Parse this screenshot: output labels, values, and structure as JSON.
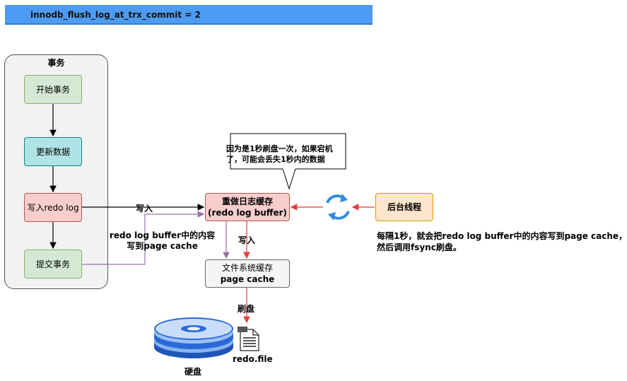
{
  "banner": {
    "text": "innodb_flush_log_at_trx_commit = 2"
  },
  "transaction_group": {
    "title": "事务",
    "steps": [
      "开始事务",
      "更新数据",
      "写入redo log",
      "提交事务"
    ]
  },
  "redo_buffer": {
    "line1": "重做日志缓存",
    "line2": "(redo log buffer)"
  },
  "callout": {
    "line1": "因为是1秒刷盘一次，如果宕机",
    "line2": "了，可能会丢失1秒内的数据"
  },
  "background_thread": {
    "label": "后台线程"
  },
  "page_cache": {
    "line1": "文件系统缓存",
    "line2": "page cache"
  },
  "labels": {
    "write_in_left": "写入",
    "write_in_down": "写入",
    "flush": "刷盘",
    "redo_to_cache_line1": "redo log buffer中的内容",
    "redo_to_cache_line2": "写到page cache",
    "thread_note_line1": "每隔1秒，就会把redo log buffer中的内容写到page cache，",
    "thread_note_line2": "然后调用fsync刷盘。",
    "disk": "硬盘",
    "redo_file": "redo.file"
  },
  "colors": {
    "banner": "#4d9bf2",
    "arrow_black": "#000000",
    "arrow_red": "#e63b3b",
    "arrow_purple": "#9673a6",
    "disk_blue": "#2a6ad8"
  }
}
